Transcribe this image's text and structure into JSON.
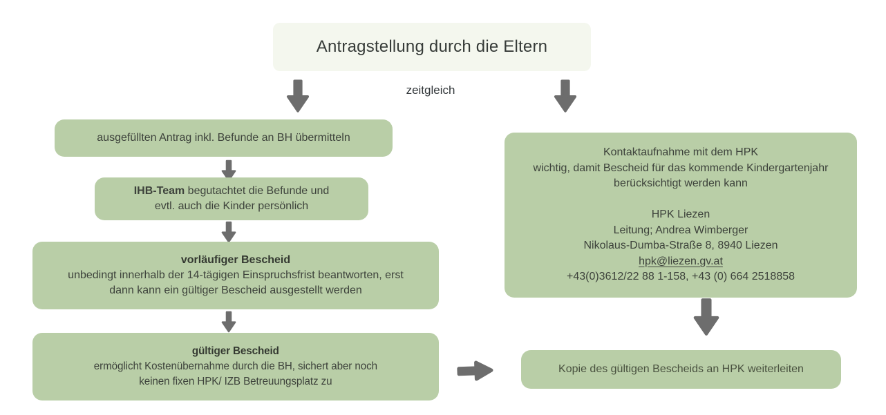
{
  "title": {
    "label": "Antragstellung durch die Eltern"
  },
  "zeitgleich_label": "zeitgleich",
  "left_flow": {
    "box1": {
      "text": "ausgefüllten Antrag inkl. Befunde an BH übermitteln"
    },
    "box2": {
      "bold": "IHB-Team",
      "rest": " begutachtet die Befunde und\nevtl. auch die Kinder persönlich"
    },
    "box3": {
      "heading": "vorläufiger Bescheid",
      "body_lines": [
        "unbedingt innerhalb der 14-tägigen Einspruchsfrist beantworten, erst",
        "dann kann ein gültiger Bescheid ausgestellt werden"
      ]
    },
    "box4": {
      "heading": "gültiger Bescheid",
      "body_lines": [
        "ermöglicht Kostenübernahme durch die BH, sichert aber noch",
        "keinen fixen HPK/ IZB Betreuungsplatz zu"
      ]
    }
  },
  "right_flow": {
    "contact_box": {
      "lines": [
        "Kontaktaufnahme mit dem HPK",
        "wichtig, damit Bescheid für das kommende Kindergartenjahr",
        "berücksichtigt werden kann",
        "",
        "HPK Liezen",
        "Leitung; Andrea Wimberger",
        "Nikolaus-Dumba-Straße 8, 8940 Liezen"
      ],
      "email": "hpk@liezen.gv.at",
      "phone": "+43(0)3612/22 88 1-158, +43 (0) 664 2518858"
    },
    "forward_box": {
      "text": "Kopie des gültigen Bescheids an HPK weiterleiten"
    }
  },
  "colors": {
    "box_green": "#b9cea7",
    "box_light": "#f4f7ee",
    "arrow_gray": "#6d6d6d",
    "text_dark": "#3d423b"
  }
}
